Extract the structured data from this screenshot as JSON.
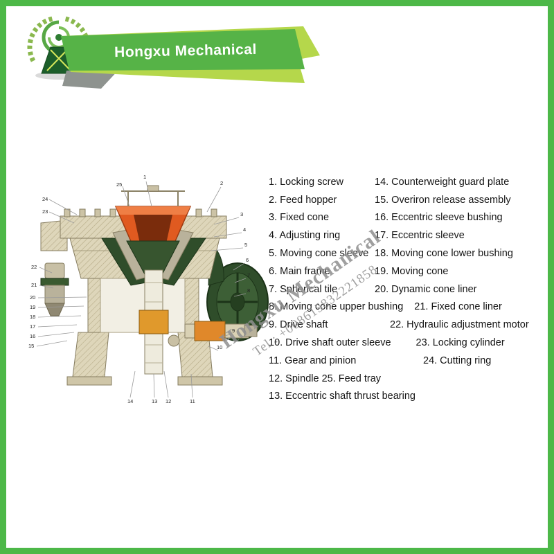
{
  "colors": {
    "frame-green": "#4db848",
    "banner-green": "#56b347",
    "banner-light-green": "#b5d74b",
    "hopper-orange": "#e05a20",
    "machine-dark-green": "#2f4d2a",
    "machine-beige": "#ddd5b8",
    "watermark-gray": "#8f8f8f",
    "text-color": "#141414"
  },
  "header": {
    "banner_title": "Hongxu Mechanical"
  },
  "watermark": {
    "line1": "Hongxu Mechanical",
    "line2": "Tel : +008615832221858"
  },
  "diagram": {
    "description": "cone-crusher-cutaway",
    "callouts": [
      "1",
      "2",
      "3",
      "4",
      "5",
      "6",
      "7",
      "8",
      "9",
      "10",
      "11",
      "12",
      "13",
      "14",
      "15",
      "16",
      "17",
      "18",
      "19",
      "20",
      "21",
      "22",
      "23",
      "24",
      "25"
    ]
  },
  "parts_list": {
    "rows": [
      {
        "left": "1. Locking screw",
        "right": "14. Counterweight guard plate"
      },
      {
        "left": "2. Feed hopper",
        "right": "15. Overiron release assembly"
      },
      {
        "left": "3. Fixed cone",
        "right": "16. Eccentric sleeve bushing"
      },
      {
        "left": "4. Adjusting ring",
        "right": "17. Eccentric sleeve"
      },
      {
        "left": "5. Moving cone sleeve",
        "right": "18. Moving cone lower bushing"
      },
      {
        "left": "6. Main frame",
        "right": "19. Moving cone"
      },
      {
        "left": "7. Spherical tile",
        "right": "20. Dynamic cone liner"
      },
      {
        "left": "8. Moving cone upper bushing",
        "right": "21. Fixed cone liner"
      },
      {
        "left": "9. Drive shaft",
        "right": "22. Hydraulic adjustment motor"
      },
      {
        "left": "10. Drive shaft outer sleeve",
        "right": "23. Locking cylinder"
      },
      {
        "left": "11. Gear and pinion",
        "right": "24. Cutting ring"
      },
      {
        "left": "12. Spindle 25. Feed tray",
        "right": ""
      },
      {
        "left": "13. Eccentric shaft thrust bearing",
        "right": ""
      }
    ]
  }
}
